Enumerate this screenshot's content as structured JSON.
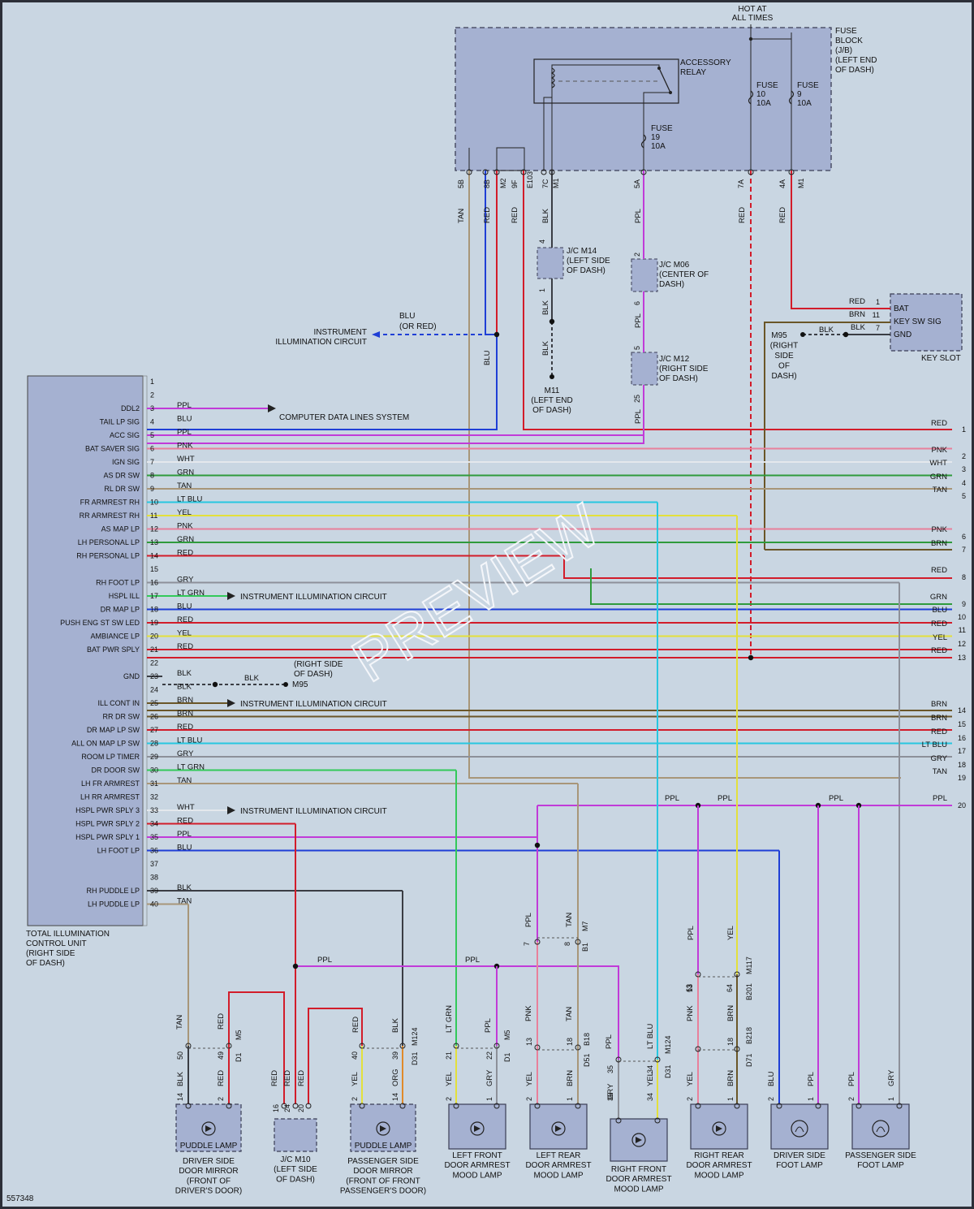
{
  "top": {
    "hot_at": "HOT AT",
    "all_times": "ALL TIMES"
  },
  "fuse_block": {
    "lines": [
      "FUSE",
      "BLOCK",
      "(J/B)",
      "(LEFT END",
      "OF DASH)"
    ]
  },
  "relay": {
    "l1": "ACCESSORY",
    "l2": "RELAY"
  },
  "fuses": [
    {
      "l1": "FUSE",
      "l2": "10",
      "l3": "10A"
    },
    {
      "l1": "FUSE",
      "l2": "9",
      "l3": "10A"
    },
    {
      "l1": "FUSE",
      "l2": "19",
      "l3": "10A"
    }
  ],
  "fb_pins": [
    "5B",
    "8B",
    "9F",
    "7C",
    "5A",
    "7A",
    "4A"
  ],
  "fb_conns": [
    "M2",
    "E103",
    "M1",
    "M1"
  ],
  "top_wires": [
    "TAN",
    "RED",
    "RED",
    "BLK",
    "PPL",
    "RED",
    "RED"
  ],
  "jc": [
    {
      "l1": "J/C M14",
      "l2": "(LEFT SIDE",
      "l3": "OF DASH)"
    },
    {
      "l1": "J/C M06",
      "l2": "(CENTER OF",
      "l3": "DASH)"
    },
    {
      "l1": "J/C M12",
      "l2": "(RIGHT SIDE",
      "l3": "OF DASH)"
    }
  ],
  "jc_pins": [
    "4",
    "1",
    "2",
    "6",
    "5",
    "25"
  ],
  "jc_wires": [
    "BLK",
    "BLK",
    "PPL",
    "PPL"
  ],
  "m11": {
    "l1": "M11",
    "l2": "(LEFT END",
    "l3": "OF DASH)"
  },
  "blu_or_red": {
    "l1": "BLU",
    "l2": "(OR RED)"
  },
  "ill_circ": {
    "l1": "INSTRUMENT",
    "l2": "ILLUMINATION CIRCUIT"
  },
  "blu_wire": "BLU",
  "keyslot": {
    "pins": [
      "BAT",
      "KEY SW SIG",
      "GND"
    ],
    "nums": [
      "1",
      "11",
      "7"
    ],
    "wires": [
      "RED",
      "BRN",
      "BLK"
    ],
    "title": "KEY SLOT",
    "gnd_wire": "BLK"
  },
  "m95_key": {
    "lines": [
      "M95",
      "(RIGHT",
      "SIDE",
      "OF",
      "DASH)"
    ]
  },
  "module": {
    "title_lines": [
      "TOTAL ILLUMINATION",
      "CONTROL UNIT",
      "(RIGHT SIDE",
      "OF DASH)"
    ]
  },
  "pins": [
    {
      "n": "1",
      "label": "",
      "wire": ""
    },
    {
      "n": "2",
      "label": "",
      "wire": ""
    },
    {
      "n": "3",
      "label": "DDL2",
      "wire": "PPL"
    },
    {
      "n": "4",
      "label": "TAIL LP SIG",
      "wire": "BLU"
    },
    {
      "n": "5",
      "label": "ACC SIG",
      "wire": "PPL"
    },
    {
      "n": "6",
      "label": "BAT SAVER SIG",
      "wire": "PNK"
    },
    {
      "n": "7",
      "label": "IGN SIG",
      "wire": "WHT"
    },
    {
      "n": "8",
      "label": "AS DR SW",
      "wire": "GRN"
    },
    {
      "n": "9",
      "label": "RL DR SW",
      "wire": "TAN"
    },
    {
      "n": "10",
      "label": "FR ARMREST RH",
      "wire": "LT BLU"
    },
    {
      "n": "11",
      "label": "RR ARMREST RH",
      "wire": "YEL"
    },
    {
      "n": "12",
      "label": "AS MAP LP",
      "wire": "PNK"
    },
    {
      "n": "13",
      "label": "LH PERSONAL LP",
      "wire": "GRN"
    },
    {
      "n": "14",
      "label": "RH PERSONAL LP",
      "wire": "RED"
    },
    {
      "n": "15",
      "label": "",
      "wire": ""
    },
    {
      "n": "16",
      "label": "RH FOOT LP",
      "wire": "GRY"
    },
    {
      "n": "17",
      "label": "HSPL ILL",
      "wire": "LT GRN"
    },
    {
      "n": "18",
      "label": "DR MAP LP",
      "wire": "BLU"
    },
    {
      "n": "19",
      "label": "PUSH ENG ST SW LED",
      "wire": "RED"
    },
    {
      "n": "20",
      "label": "AMBIANCE LP",
      "wire": "YEL"
    },
    {
      "n": "21",
      "label": "BAT PWR SPLY",
      "wire": "RED"
    },
    {
      "n": "22",
      "label": "",
      "wire": ""
    },
    {
      "n": "23",
      "label": "GND",
      "wire": "BLK"
    },
    {
      "n": "24",
      "label": "",
      "wire": "BLK"
    },
    {
      "n": "25",
      "label": "ILL CONT IN",
      "wire": "BRN"
    },
    {
      "n": "26",
      "label": "RR DR SW",
      "wire": "BRN"
    },
    {
      "n": "27",
      "label": "DR MAP LP SW",
      "wire": "RED"
    },
    {
      "n": "28",
      "label": "ALL ON MAP LP SW",
      "wire": "LT BLU"
    },
    {
      "n": "29",
      "label": "ROOM LP TIMER",
      "wire": "GRY"
    },
    {
      "n": "30",
      "label": "DR DOOR SW",
      "wire": "LT GRN"
    },
    {
      "n": "31",
      "label": "LH FR ARMREST",
      "wire": "TAN"
    },
    {
      "n": "32",
      "label": "LH RR ARMREST",
      "wire": ""
    },
    {
      "n": "33",
      "label": "HSPL PWR SPLY 3",
      "wire": "WHT"
    },
    {
      "n": "34",
      "label": "HSPL PWR SPLY 2",
      "wire": "RED"
    },
    {
      "n": "35",
      "label": "HSPL PWR SPLY 1",
      "wire": "PPL"
    },
    {
      "n": "36",
      "label": "LH FOOT LP",
      "wire": "BLU"
    },
    {
      "n": "37",
      "label": "",
      "wire": ""
    },
    {
      "n": "38",
      "label": "",
      "wire": ""
    },
    {
      "n": "39",
      "label": "RH PUDDLE LP",
      "wire": "BLK"
    },
    {
      "n": "40",
      "label": "LH PUDDLE LP",
      "wire": "TAN"
    }
  ],
  "arrow_texts": {
    "cdl": "COMPUTER DATA LINES SYSTEM",
    "ill": "INSTRUMENT ILLUMINATION CIRCUIT"
  },
  "m95_mid": {
    "wire": "BLK",
    "l1": "(RIGHT SIDE",
    "l2": "OF DASH)",
    "l3": "M95"
  },
  "right_refs": [
    {
      "wire": "RED",
      "n": "1"
    },
    {
      "wire": "PNK",
      "n": "2"
    },
    {
      "wire": "WHT",
      "n": "3"
    },
    {
      "wire": "GRN",
      "n": "4"
    },
    {
      "wire": "TAN",
      "n": "5"
    },
    {
      "wire": "PNK",
      "n": "6"
    },
    {
      "wire": "BRN",
      "n": "7"
    },
    {
      "wire": "RED",
      "n": "8"
    },
    {
      "wire": "GRN",
      "n": "9"
    },
    {
      "wire": "BLU",
      "n": "10"
    },
    {
      "wire": "RED",
      "n": "11"
    },
    {
      "wire": "YEL",
      "n": "12"
    },
    {
      "wire": "RED",
      "n": "13"
    },
    {
      "wire": "BRN",
      "n": "14"
    },
    {
      "wire": "BRN",
      "n": "15"
    },
    {
      "wire": "RED",
      "n": "16"
    },
    {
      "wire": "LT BLU",
      "n": "17"
    },
    {
      "wire": "GRY",
      "n": "18"
    },
    {
      "wire": "TAN",
      "n": "19"
    },
    {
      "wire": "PPL",
      "n": "20"
    }
  ],
  "bus_ppl": "PPL",
  "inline": {
    "b1": [
      "7",
      "8",
      "B1"
    ],
    "m7": "M7",
    "m117": "M117",
    "b201": [
      "63",
      "64",
      "B201"
    ],
    "conns": [
      "M5",
      "D1",
      "M5",
      "D1",
      "M124",
      "D31",
      "B18",
      "D51",
      "M124",
      "D31",
      "B218",
      "D71"
    ]
  },
  "vwires": [
    "PPL",
    "TAN",
    "PPL",
    "YEL",
    "TAN",
    "RED",
    "RED",
    "BLK",
    "LT GRN",
    "PPL",
    "PNK",
    "TAN",
    "PPL",
    "LT BLU",
    "PNK",
    "BRN"
  ],
  "lower_pins": [
    "50",
    "49",
    "40",
    "39",
    "21",
    "22",
    "13",
    "18",
    "35",
    "34",
    "13",
    "18"
  ],
  "lamp_pins": [
    "14",
    "2",
    "16",
    "24",
    "20",
    "2",
    "14",
    "2",
    "1",
    "2",
    "1",
    "2",
    "35",
    "34",
    "2",
    "1",
    "2",
    "1",
    "2",
    "1"
  ],
  "lamp_wires": [
    "BLK",
    "RED",
    "RED",
    "RED",
    "RED",
    "YEL",
    "ORG",
    "YEL",
    "GRY",
    "YEL",
    "BRN",
    "GRY",
    "YEL",
    "YEL",
    "BRN",
    "BLU",
    "PPL",
    "PPL",
    "GRY"
  ],
  "puddle": "PUDDLE LAMP",
  "components": [
    {
      "lines": [
        "DRIVER SIDE",
        "DOOR MIRROR",
        "(FRONT OF",
        "DRIVER'S DOOR)"
      ]
    },
    {
      "lines": [
        "J/C M10",
        "(LEFT SIDE",
        "OF DASH)"
      ]
    },
    {
      "lines": [
        "PASSENGER SIDE",
        "DOOR MIRROR",
        "(FRONT OF FRONT",
        "PASSENGER'S DOOR)"
      ]
    },
    {
      "lines": [
        "LEFT FRONT",
        "DOOR ARMREST",
        "MOOD LAMP"
      ]
    },
    {
      "lines": [
        "LEFT REAR",
        "DOOR ARMREST",
        "MOOD LAMP"
      ]
    },
    {
      "lines": [
        "RIGHT FRONT",
        "DOOR ARMREST",
        "MOOD LAMP"
      ]
    },
    {
      "lines": [
        "RIGHT REAR",
        "DOOR ARMREST",
        "MOOD LAMP"
      ]
    },
    {
      "lines": [
        "DRIVER SIDE",
        "FOOT LAMP"
      ]
    },
    {
      "lines": [
        "PASSENGER SIDE",
        "FOOT LAMP"
      ]
    }
  ],
  "watermark": "PREVIEW",
  "doc_id": "557348",
  "colors": {
    "RED": "#d21c2a",
    "PPL": "#c13bd8",
    "BLU": "#1f3fd6",
    "PNK": "#e8809b",
    "WHT": "#e4e8ec",
    "GRN": "#2f9b3c",
    "TAN": "#a89679",
    "LTBLU": "#27c7e0",
    "YEL": "#e3e03c",
    "GRY": "#8d9099",
    "LTGRN": "#33c95a",
    "BLK": "#3a3d44",
    "BRN": "#6a5628",
    "ORG": "#e08a2a"
  }
}
